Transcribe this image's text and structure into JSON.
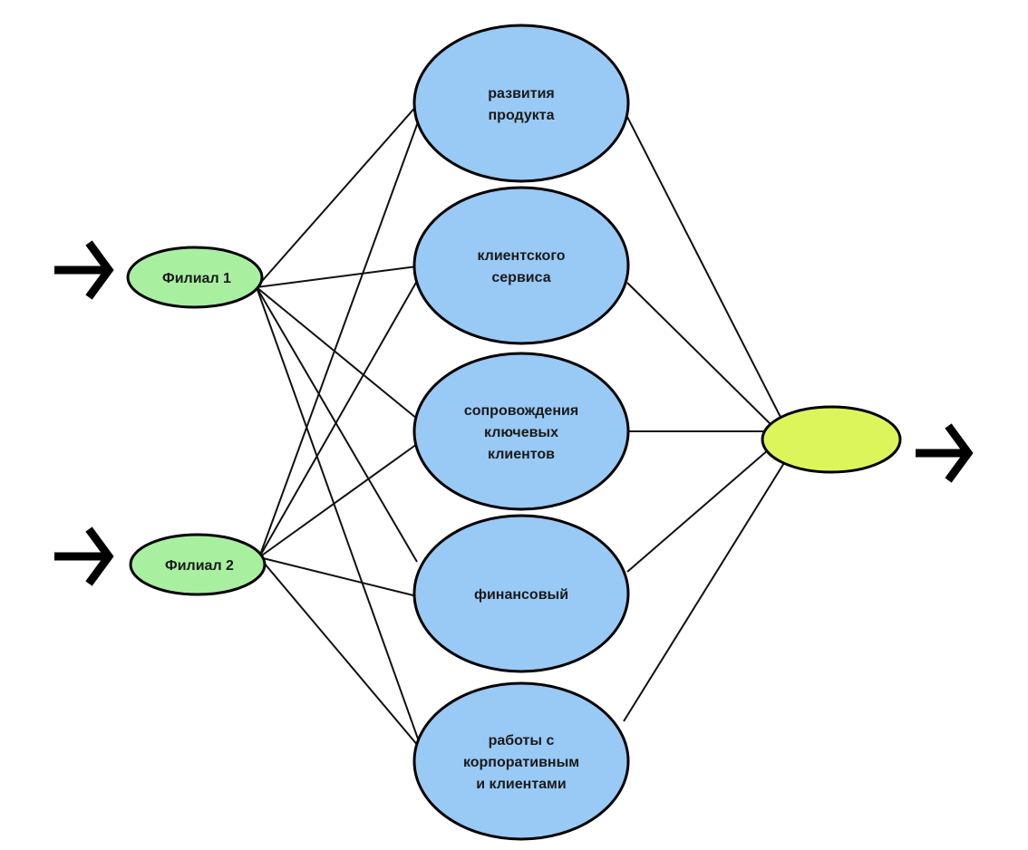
{
  "diagram": {
    "colors": {
      "branch_fill": "#a8f0a0",
      "department_fill": "#99c9f5",
      "output_fill": "#dcf55a",
      "edge": "#111111",
      "outline": "#000000"
    },
    "branches": [
      {
        "id": "b1",
        "label": "Филиал 1"
      },
      {
        "id": "b2",
        "label": "Филиал 2"
      }
    ],
    "departments": [
      {
        "id": "d1",
        "lines": [
          "развития",
          "продукта"
        ]
      },
      {
        "id": "d2",
        "lines": [
          "клиентского",
          "сервиса"
        ]
      },
      {
        "id": "d3",
        "lines": [
          "сопровождения",
          "ключевых",
          "клиентов"
        ]
      },
      {
        "id": "d4",
        "lines": [
          "финансовый"
        ]
      },
      {
        "id": "d5",
        "lines": [
          "работы с",
          "корпоративным",
          "и клиентами"
        ]
      }
    ],
    "output": {
      "id": "out",
      "label": ""
    },
    "icons": [
      "input-arrow-icon",
      "input-arrow-icon",
      "output-arrow-icon"
    ]
  }
}
